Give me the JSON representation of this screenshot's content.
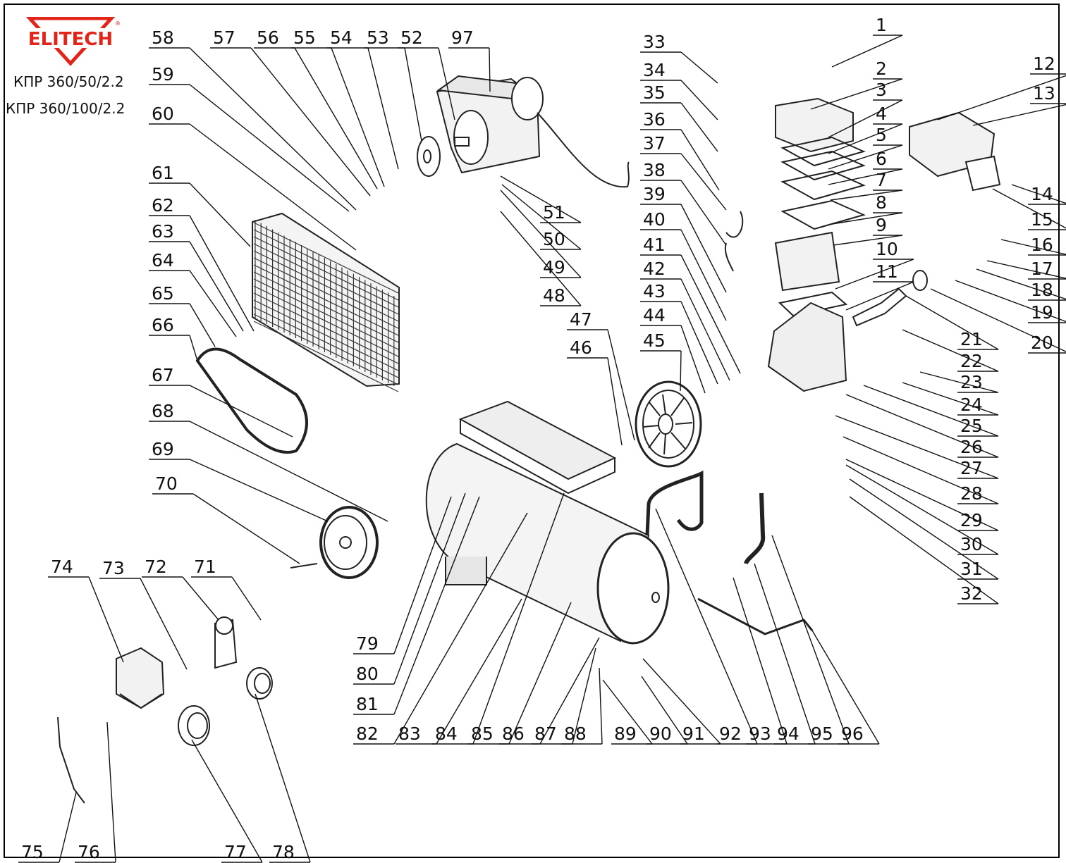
{
  "brand": {
    "name": "ELITECH",
    "registered_mark": "®",
    "color": "#e1251b"
  },
  "models": [
    "КПР 360/50/2.2",
    "КПР 360/100/2.2"
  ],
  "callouts": [
    "1",
    "2",
    "3",
    "4",
    "5",
    "6",
    "7",
    "8",
    "9",
    "10",
    "11",
    "12",
    "13",
    "14",
    "15",
    "16",
    "17",
    "18",
    "19",
    "20",
    "21",
    "22",
    "23",
    "24",
    "25",
    "26",
    "27",
    "28",
    "29",
    "30",
    "31",
    "32",
    "33",
    "34",
    "35",
    "36",
    "37",
    "38",
    "39",
    "40",
    "41",
    "42",
    "43",
    "44",
    "45",
    "46",
    "47",
    "48",
    "49",
    "50",
    "51",
    "52",
    "53",
    "54",
    "55",
    "56",
    "57",
    "58",
    "59",
    "60",
    "61",
    "62",
    "63",
    "64",
    "65",
    "66",
    "67",
    "68",
    "69",
    "70",
    "71",
    "72",
    "73",
    "74",
    "75",
    "76",
    "77",
    "78",
    "79",
    "80",
    "81",
    "82",
    "83",
    "84",
    "85",
    "86",
    "87",
    "88",
    "89",
    "90",
    "91",
    "92",
    "93",
    "94",
    "95",
    "96",
    "97"
  ]
}
